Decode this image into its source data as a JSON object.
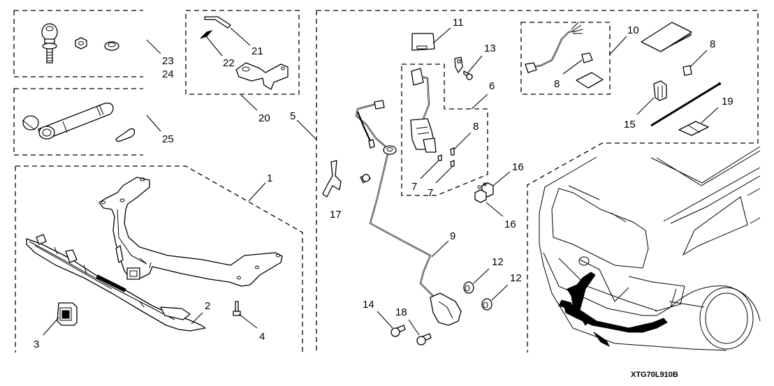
{
  "diagram": {
    "title": "Trailer Hitch and Wiring Harness Parts Diagram",
    "drawing_code": "XTG70L910B",
    "callouts": {
      "c1": "1",
      "c2": "2",
      "c3": "3",
      "c4": "4",
      "c5": "5",
      "c6": "6",
      "c7a": "7",
      "c7b": "7",
      "c8a": "8",
      "c8b": "8",
      "c8c": "8",
      "c9": "9",
      "c10": "10",
      "c11": "11",
      "c12a": "12",
      "c12b": "12",
      "c13": "13",
      "c14": "14",
      "c15": "15",
      "c16a": "16",
      "c16b": "16",
      "c17": "17",
      "c18": "18",
      "c19": "19",
      "c20": "20",
      "c21": "21",
      "c22": "22",
      "c23": "23",
      "c24": "24",
      "c25": "25"
    },
    "groups": [
      {
        "id": "ball-mount-kit",
        "callouts": [
          "23",
          "24"
        ],
        "parts": [
          "hitch-ball",
          "nut",
          "lock-washer"
        ]
      },
      {
        "id": "ball-mount",
        "callouts": [
          "20",
          "21",
          "22"
        ],
        "parts": [
          "ball-mount-bar",
          "hitch-pin",
          "clip"
        ]
      },
      {
        "id": "hitch-lock",
        "callouts": [
          "25"
        ],
        "parts": [
          "lock-pin",
          "key"
        ]
      },
      {
        "id": "hitch-assembly",
        "callouts": [
          "1",
          "2",
          "3",
          "4"
        ],
        "parts": [
          "receiver-hitch",
          "bumper-trim",
          "receiver-cover",
          "bolt"
        ]
      },
      {
        "id": "wiring-harness",
        "callouts": [
          "5",
          "6",
          "7",
          "8",
          "9",
          "10",
          "11",
          "12",
          "13",
          "14",
          "15",
          "16",
          "17",
          "18",
          "19"
        ]
      }
    ]
  }
}
